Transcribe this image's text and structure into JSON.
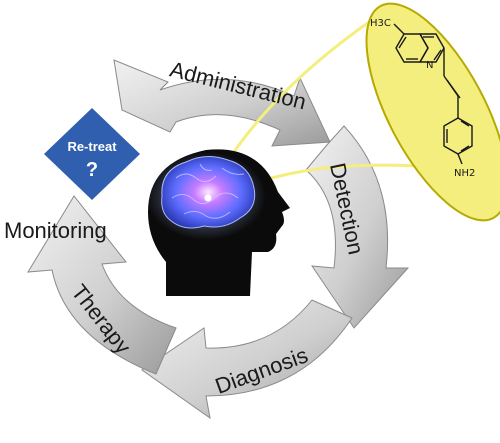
{
  "cycle": {
    "stages": {
      "administration": "Administration",
      "detection": "Detection",
      "diagnosis": "Diagnosis",
      "therapy": "Therapy",
      "monitoring": "Monitoring"
    },
    "retreat_label": "Re-treat",
    "retreat_mark": "?"
  },
  "molecule": {
    "methyl_label": "H3C",
    "nitrogen_label": "N",
    "amine_label": "NH2"
  },
  "colors": {
    "arrow_fill": "#cfcfcf",
    "arrow_stroke": "#8a8a8a",
    "highlight_yellow": "#f4ee7e",
    "diamond_blue": "#2f5fae",
    "head_black": "#0b0b0b",
    "brain_glow": "#6d8fff"
  }
}
